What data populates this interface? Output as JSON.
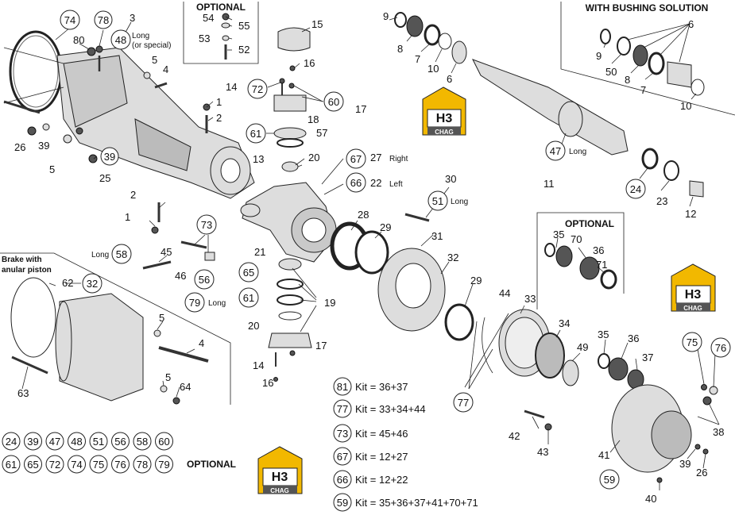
{
  "headings": {
    "optional_top": "OPTIONAL",
    "bushing": "WITH BUSHING SOLUTION",
    "optional_right": "OPTIONAL",
    "brake": "Brake with",
    "brake2": "anular piston"
  },
  "brand": {
    "logo_text": "H3",
    "logo_sub": "CHAG",
    "accent": "#f2b800",
    "dark": "#555555"
  },
  "annotations": {
    "long_special": "Long",
    "long_special2": "(or special)",
    "right": "Right",
    "left": "Left",
    "long": "Long"
  },
  "kits": [
    {
      "num": "81",
      "text": "Kit = 36+37"
    },
    {
      "num": "77",
      "text": "Kit = 33+34+44"
    },
    {
      "num": "73",
      "text": "Kit = 45+46"
    },
    {
      "num": "67",
      "text": "Kit = 12+27"
    },
    {
      "num": "66",
      "text": "Kit = 12+22"
    },
    {
      "num": "59",
      "text": "Kit = 35+36+37+41+70+71"
    }
  ],
  "optional_list": {
    "row1": [
      "24",
      "39",
      "47",
      "48",
      "51",
      "56",
      "58",
      "60"
    ],
    "row2": [
      "61",
      "65",
      "72",
      "74",
      "75",
      "76",
      "78",
      "79"
    ],
    "label": "OPTIONAL"
  },
  "labels": {
    "n74": "74",
    "n78": "78",
    "n3": "3",
    "n48": "48",
    "n80": "80",
    "n5a": "5",
    "n4a": "4",
    "n1a": "1",
    "n2a": "2",
    "n26a": "26",
    "n39a": "39",
    "n5b": "5",
    "n39b": "39",
    "n25": "25",
    "n54": "54",
    "n55": "55",
    "n53": "53",
    "n52": "52",
    "n15": "15",
    "n16a": "16",
    "n14a": "14",
    "n72": "72",
    "n60": "60",
    "n17a": "17",
    "n18": "18",
    "n61a": "61",
    "n57": "57",
    "n13": "13",
    "n20a": "20",
    "n67": "67",
    "n27": "27",
    "n66": "66",
    "n22": "22",
    "n2b": "2",
    "n1b": "1",
    "n73": "73",
    "n58": "58",
    "n45": "45",
    "n46": "46",
    "n56": "56",
    "n79": "79",
    "n21": "21",
    "n65": "65",
    "n61b": "61",
    "n19": "19",
    "n20b": "20",
    "n17b": "17",
    "n14b": "14",
    "n16b": "16",
    "n28": "28",
    "n29a": "29",
    "n30": "30",
    "n51": "51",
    "n31": "31",
    "n32a": "32",
    "n29b": "29",
    "n44": "44",
    "n33": "33",
    "n34": "34",
    "n49": "49",
    "n77": "77",
    "n9a": "9",
    "n8a": "8",
    "n7a": "7",
    "n10a": "10",
    "n6a": "6",
    "n47": "47",
    "n11": "11",
    "n24": "24",
    "n23": "23",
    "n12": "12",
    "n9b": "9",
    "n50": "50",
    "n8b": "8",
    "n7b": "7",
    "n6b": "6",
    "n10b": "10",
    "n35a": "35",
    "n70": "70",
    "n36a": "36",
    "n71": "71",
    "n35b": "35",
    "n36b": "36",
    "n37": "37",
    "n75": "75",
    "n76": "76",
    "n38": "38",
    "n42": "42",
    "n43": "43",
    "n41": "41",
    "n59": "59",
    "n39c": "39",
    "n26b": "26",
    "n40": "40",
    "n62": "62",
    "n32b": "32",
    "n5c": "5",
    "n4b": "4",
    "n5d": "5",
    "n64": "64",
    "n63": "63"
  }
}
